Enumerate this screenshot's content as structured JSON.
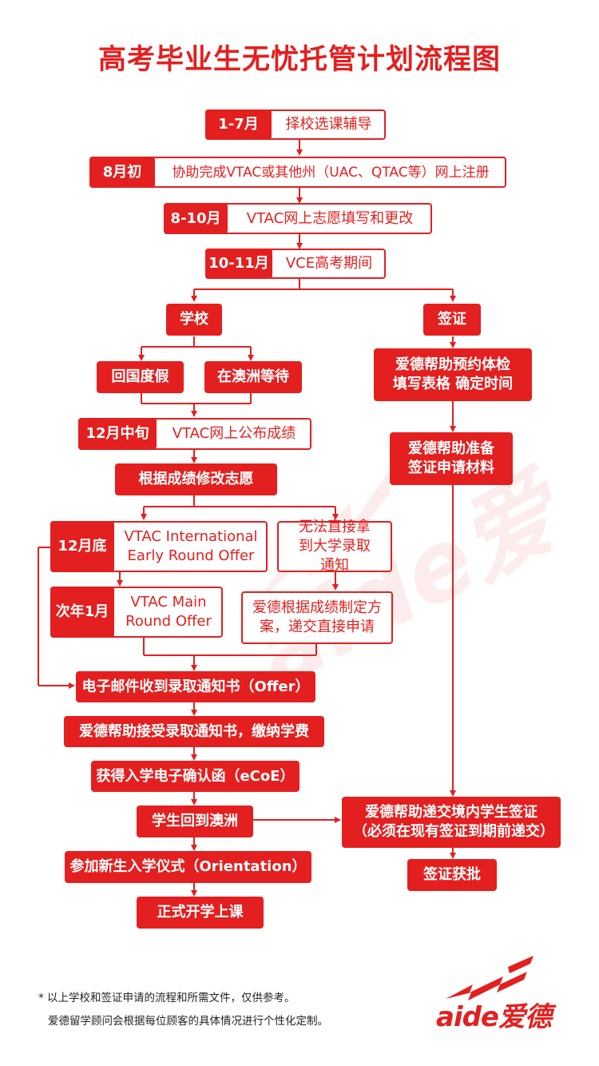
{
  "title": "高考毕业生无忧托管计划流程图",
  "steps": {
    "s1_month": "1-7月",
    "s1_text": "择校选课辅导",
    "s2_month": "8月初",
    "s2_text": "协助完成VTAC或其他州（UAC、QTAC等）网上注册",
    "s3_month": "8-10月",
    "s3_text": "VTAC网上志愿填写和更改",
    "s4_month": "10-11月",
    "s4_text": "VCE高考期间"
  },
  "school": {
    "label": "学校",
    "home": "回国度假",
    "wait": "在澳洲等待",
    "dec_month": "12月中旬",
    "dec_text": "VTAC网上公布成绩",
    "modify": "根据成绩修改志愿",
    "late_dec_month": "12月底",
    "early_offer": "VTAC International Early Round Offer",
    "no_offer": "无法直接拿到大学录取通知",
    "jan_month": "次年1月",
    "main_offer": "VTAC Main Round Offer",
    "plan": "爱德根据成绩制定方案，递交直接申请",
    "email": "电子邮件收到录取通知书（Offer）",
    "accept": "爱德帮助接受录取通知书，缴纳学费",
    "ecoe": "获得入学电子确认函（eCoE）",
    "return": "学生回到澳洲",
    "orientation": "参加新生入学仪式（Orientation）",
    "start": "正式开学上课"
  },
  "visa": {
    "label": "签证",
    "medical": "爱德帮助预约体检填写表格 确定时间",
    "materials": "爱德帮助准备签证申请材料",
    "submit": "爱德帮助递交境内学生签证（必须在现有签证到期前递交）",
    "approved": "签证获批"
  },
  "footer": {
    "line1": "* 以上学校和签证申请的流程和所需文件，仅供参考。",
    "line2": "爱德留学顾问会根据每位顾客的具体情况进行个性化定制。"
  },
  "brand": {
    "logo_text": "aide爱德",
    "watermark_text": "aide爱德",
    "accent": "#e41f1f"
  }
}
